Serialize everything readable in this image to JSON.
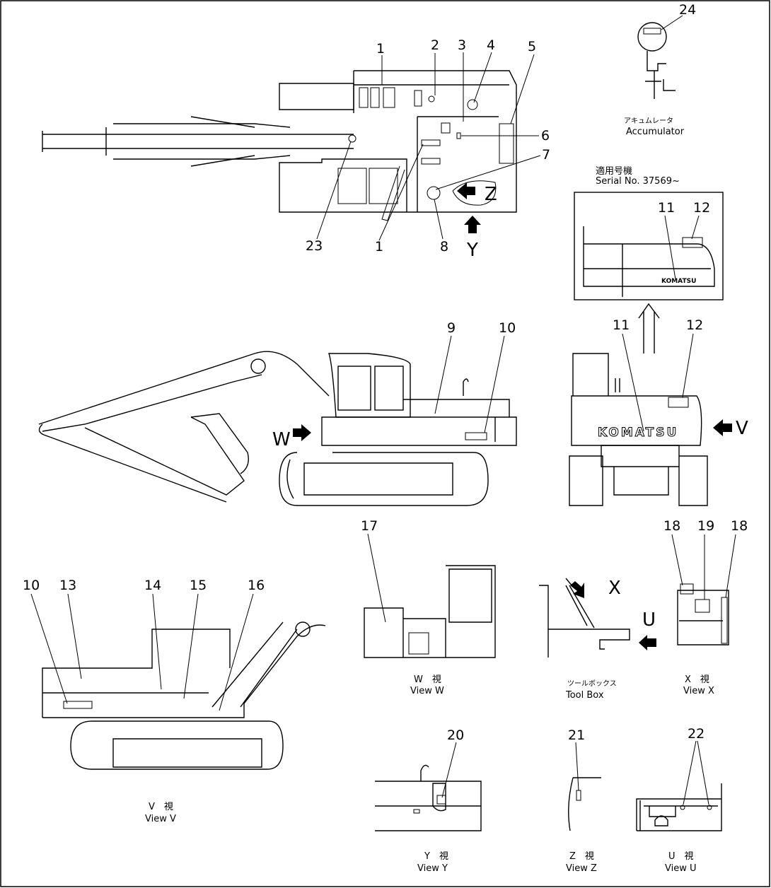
{
  "callouts": [
    "1",
    "2",
    "3",
    "4",
    "5",
    "6",
    "7",
    "1",
    "8",
    "23",
    "24",
    "9",
    "10",
    "11",
    "12",
    "11",
    "12",
    "17",
    "18",
    "19",
    "18",
    "10",
    "13",
    "14",
    "15",
    "16",
    "20",
    "21",
    "22"
  ],
  "view_letters": {
    "y": "Y",
    "z": "Z",
    "w": "W",
    "v": "V",
    "x": "X",
    "u": "U"
  },
  "accumulator": {
    "jp": "アキュムレータ",
    "en": "Accumulator"
  },
  "serial": {
    "jp": "適用号機",
    "en": "Serial No. 37569~"
  },
  "brand": "KOMATSU",
  "captions": {
    "view_w": {
      "jp": "W　視",
      "en": "View W"
    },
    "tool_box": {
      "jp": "ツールボックス",
      "en": "Tool Box"
    },
    "view_x": {
      "jp": "X　視",
      "en": "View X"
    },
    "view_v": {
      "jp": "V　視",
      "en": "View V"
    },
    "view_y": {
      "jp": "Y　視",
      "en": "View Y"
    },
    "view_z": {
      "jp": "Z　視",
      "en": "View Z"
    },
    "view_u": {
      "jp": "U　視",
      "en": "View U"
    }
  }
}
